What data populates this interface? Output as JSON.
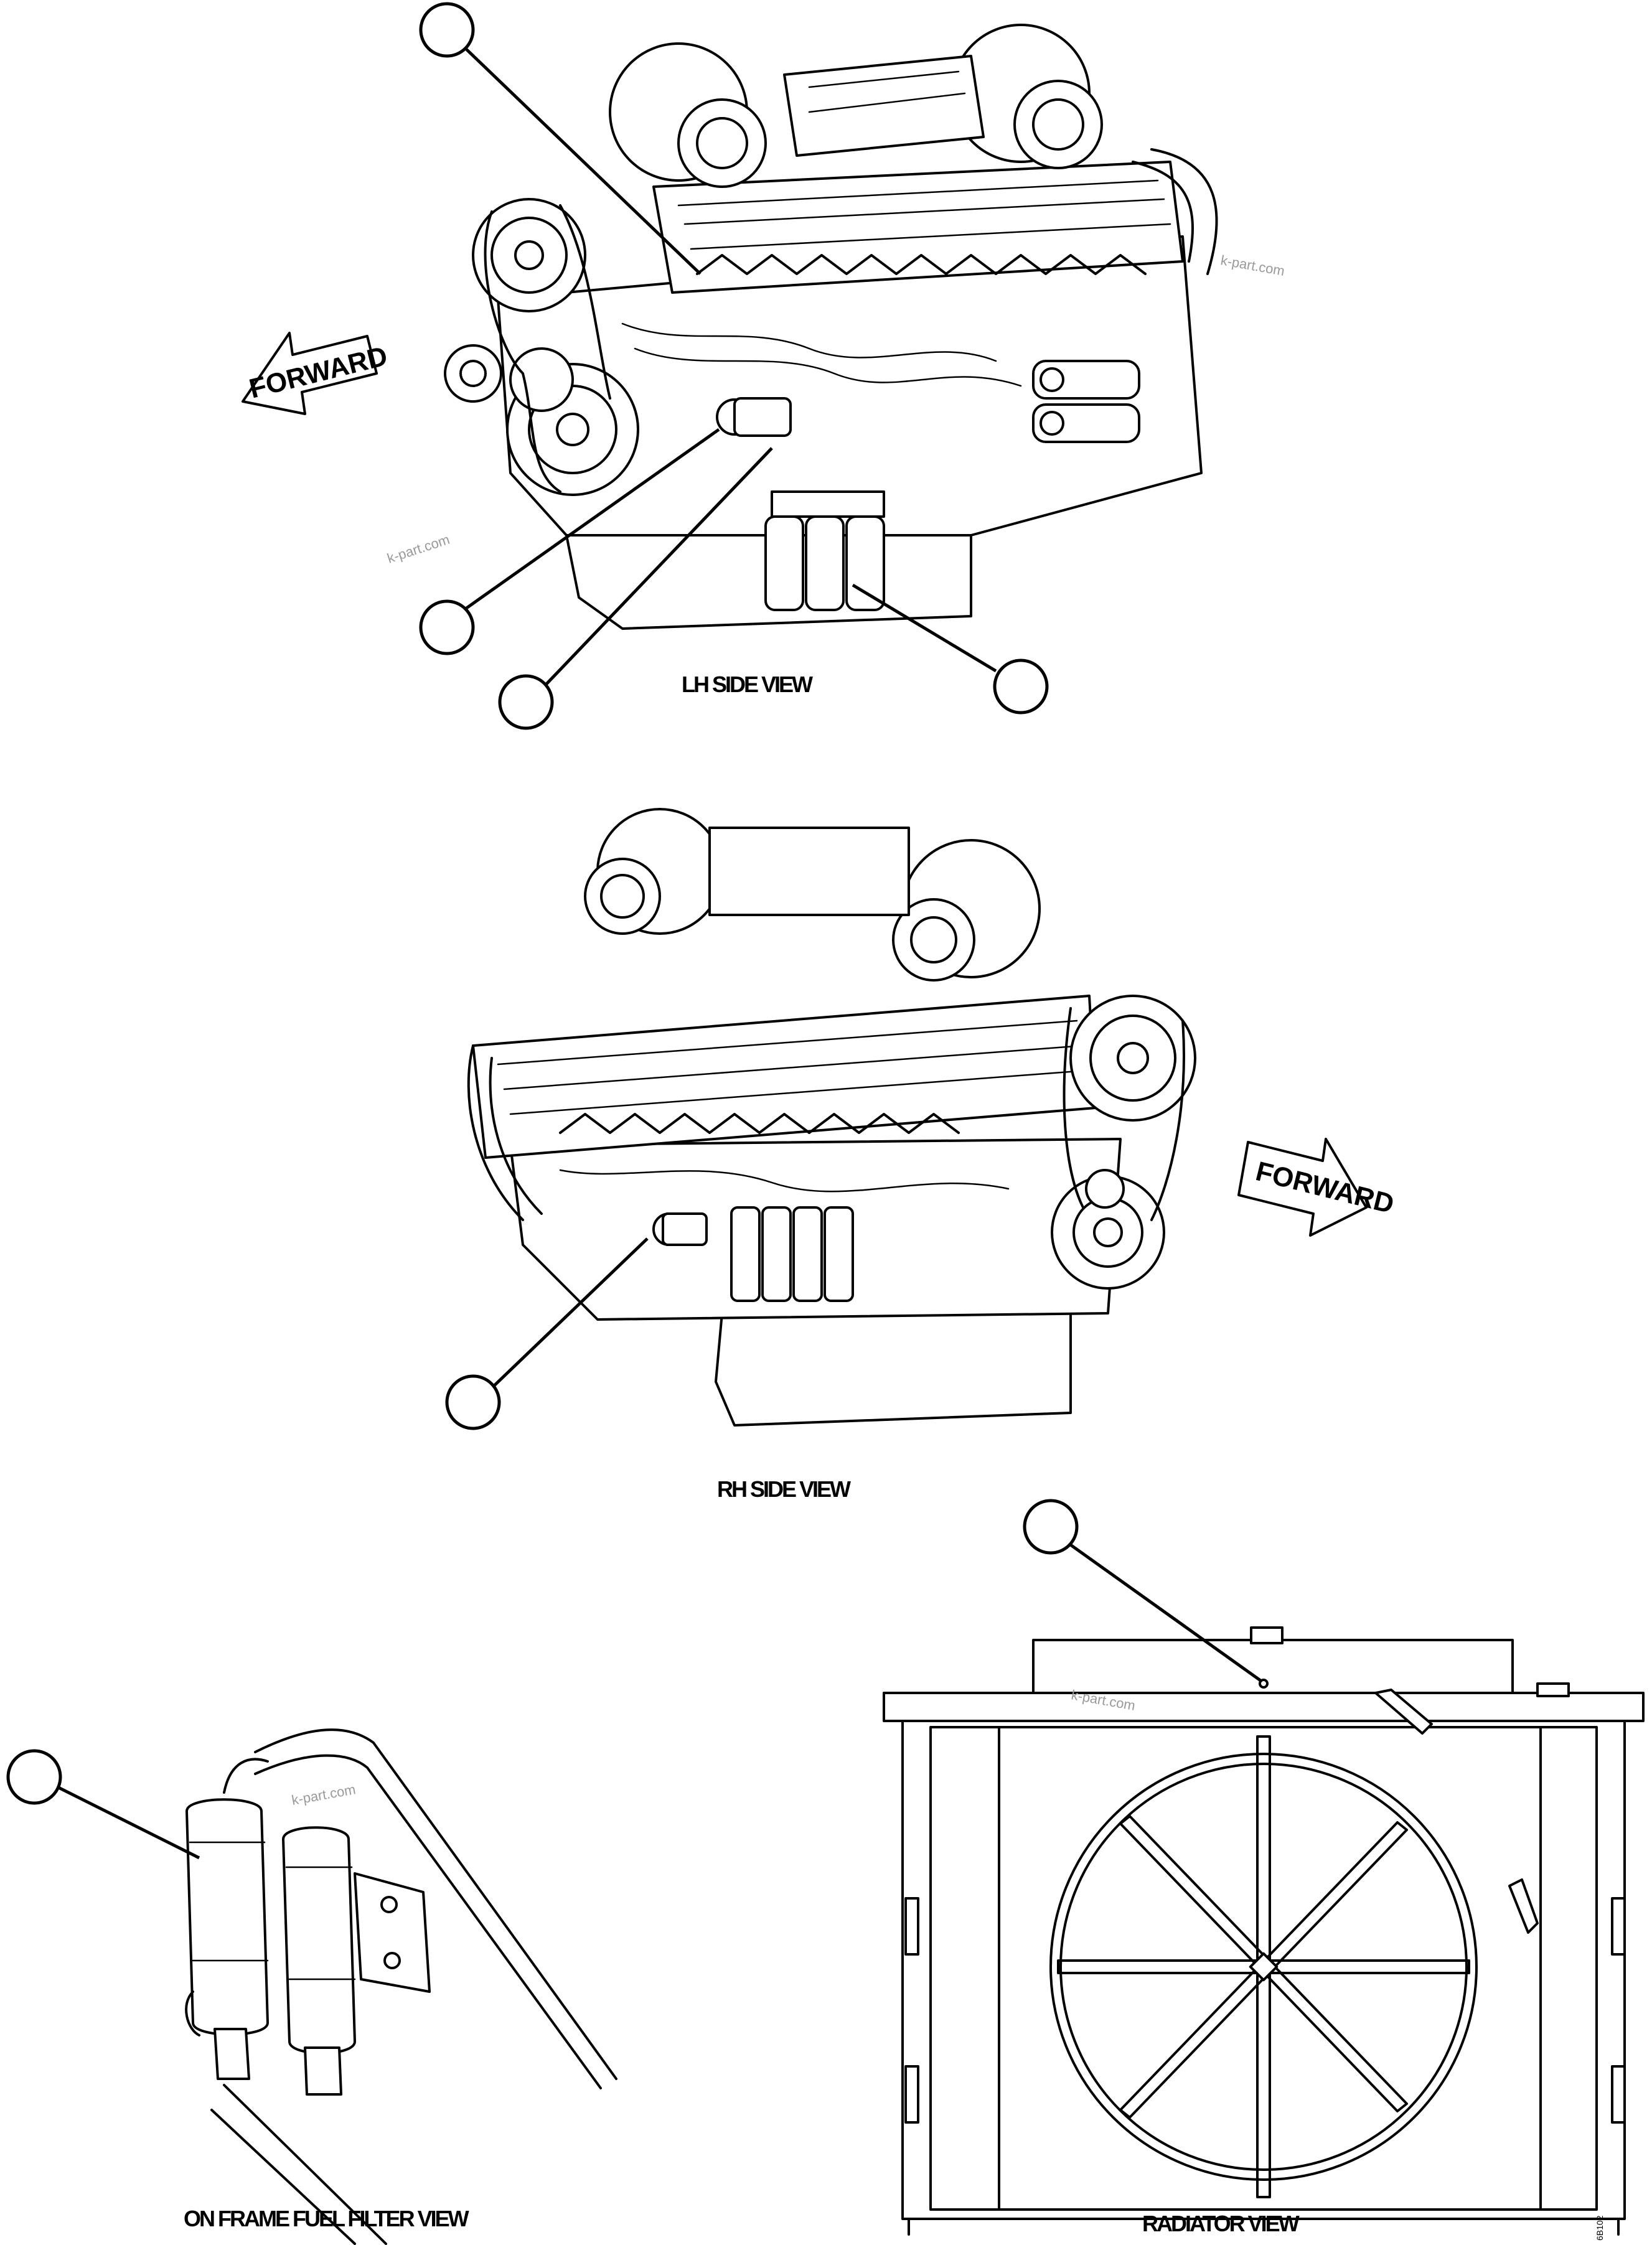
{
  "views": {
    "lh_side": {
      "label": "LH SIDE VIEW"
    },
    "rh_side": {
      "label": "RH SIDE VIEW"
    },
    "fuel_filter": {
      "label": "ON FRAME FUEL FILTER VIEW"
    },
    "radiator": {
      "label": "RADIATOR VIEW"
    }
  },
  "arrows": {
    "lh_forward": "FORWARD",
    "rh_forward": "FORWARD"
  },
  "watermark": "k-part.com",
  "drawing_code": "6B102",
  "colors": {
    "line": "#000000",
    "background": "#ffffff",
    "watermark": "#9a9a9a"
  }
}
